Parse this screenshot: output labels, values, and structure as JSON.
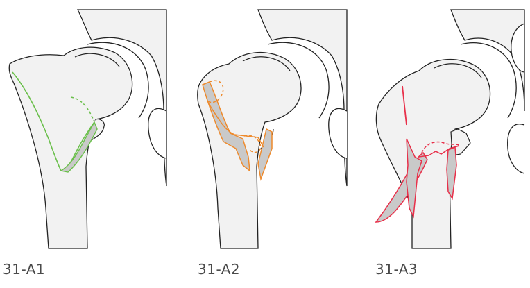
{
  "panels": [
    {
      "id": "a1",
      "label": "31-A1",
      "highlight_color": "#6abf4b"
    },
    {
      "id": "a2",
      "label": "31-A2",
      "highlight_color": "#ee8a2c"
    },
    {
      "id": "a3",
      "label": "31-A3",
      "highlight_color": "#e8304a"
    }
  ],
  "colors": {
    "bone_fill": "#f2f2f2",
    "outline": "#222222",
    "fragment_fill": "#c9c9c9",
    "label_text": "#4a4a4a"
  }
}
